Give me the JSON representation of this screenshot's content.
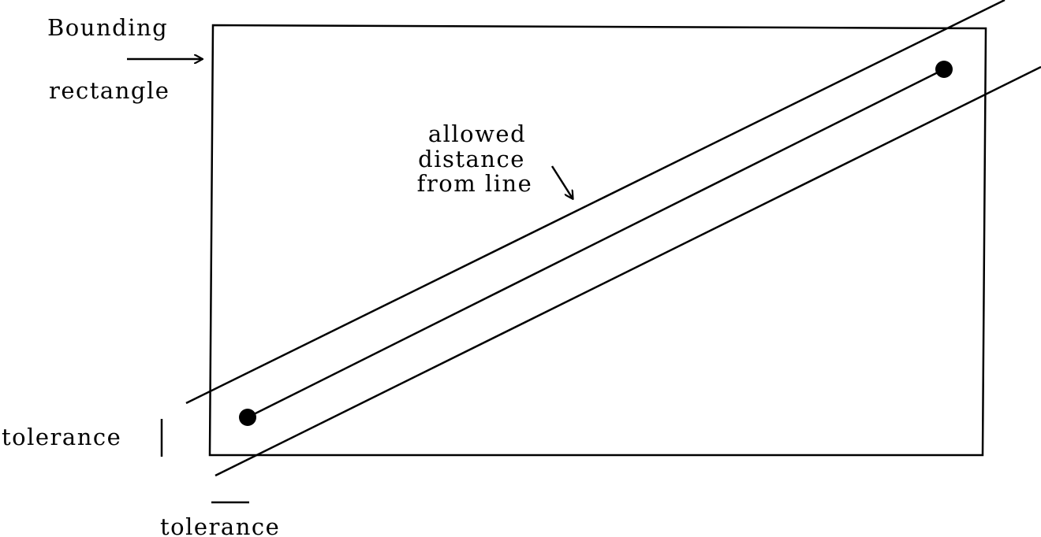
{
  "labels": {
    "bounding_line1": "Bounding",
    "bounding_line2": "rectangle",
    "allowed_line1": "allowed",
    "allowed_line2": "distance",
    "allowed_line3": "from line",
    "tolerance_vertical": "tolerance",
    "tolerance_horizontal": "tolerance"
  },
  "colors": {
    "stroke": "#000000",
    "background": "#ffffff"
  }
}
